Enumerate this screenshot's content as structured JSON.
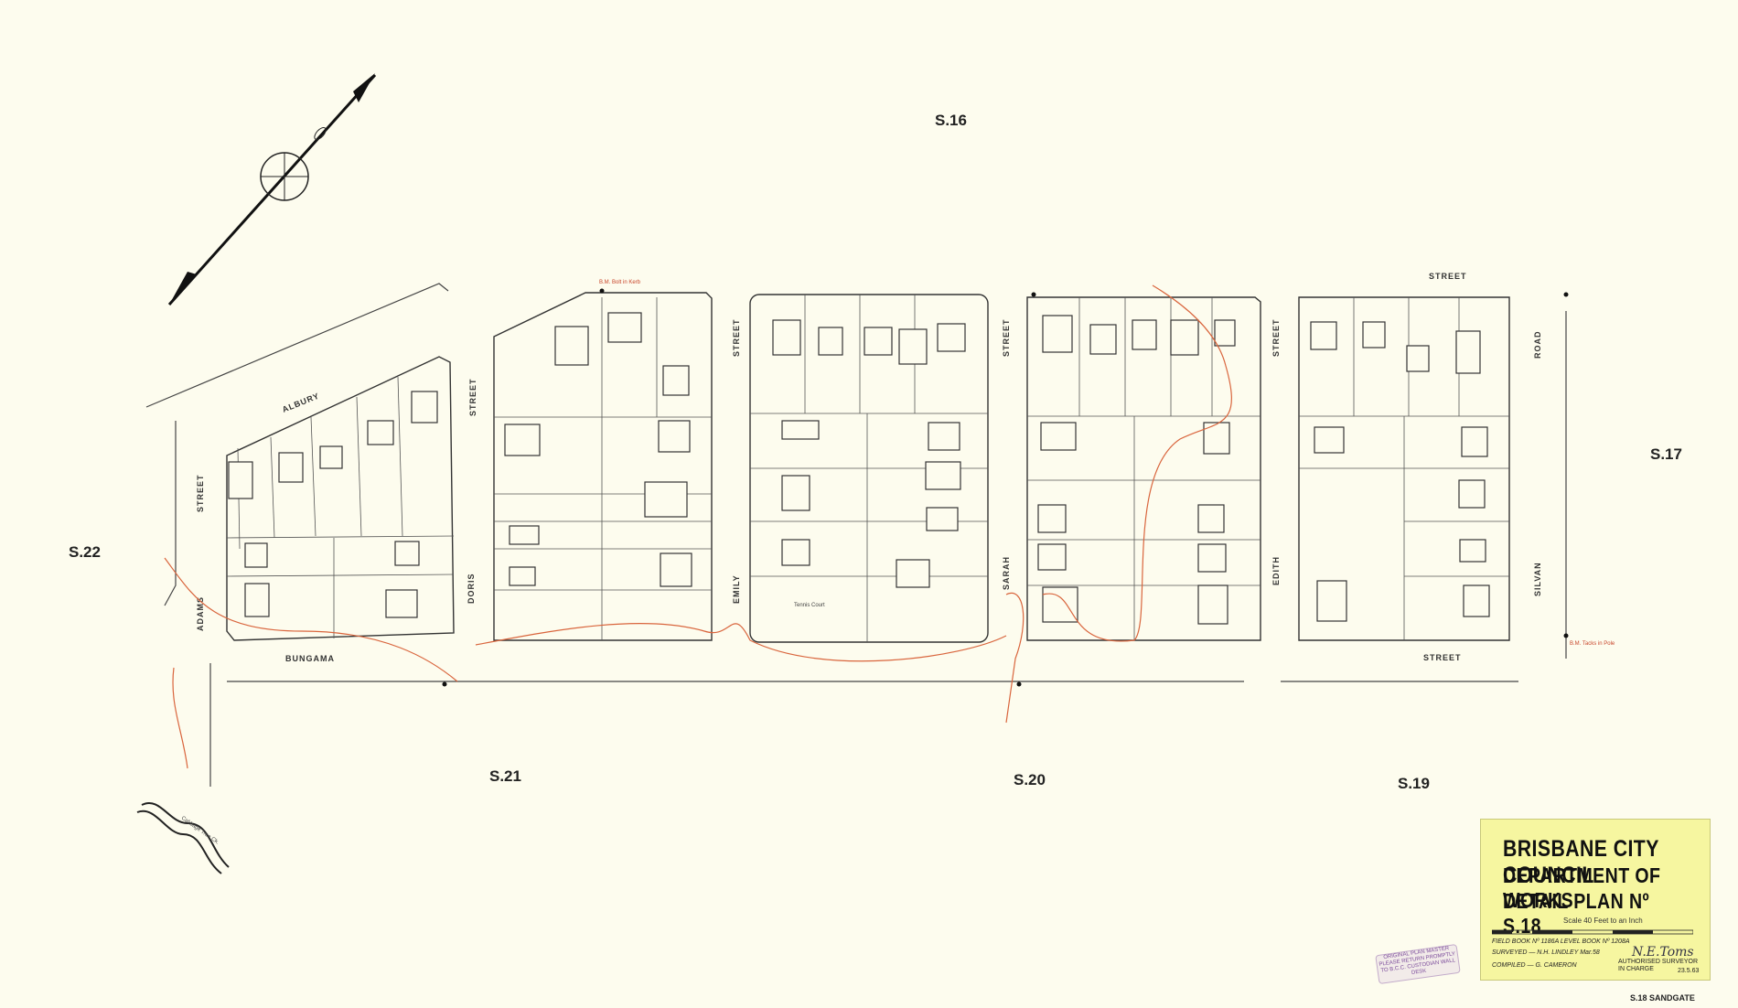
{
  "sheet_labels": {
    "north": "S.16",
    "east": "S.17",
    "west": "S.22",
    "south_a": "S.21",
    "south_b": "S.20",
    "south_c": "S.19"
  },
  "streets": {
    "albury": "ALBURY",
    "adams": "ADAMS",
    "adams_street": "STREET",
    "doris": "DORIS",
    "doris_street": "STREET",
    "emily": "EMILY",
    "emily_street": "STREET",
    "sarah": "SARAH",
    "sarah_street": "STREET",
    "edith": "EDITH",
    "edith_street": "STREET",
    "silvan": "SILVAN",
    "silvan_road": "ROAD",
    "bungama": "BUNGAMA",
    "top_street": "STREET",
    "bottom_street": "STREET"
  },
  "annotations": {
    "tennis_court": "Tennis Court",
    "creek": "Cabbage Tree Ck.",
    "bm_kerb": "B.M. Bolt in Kerb",
    "bm_telegraph": "B.M. Tacks in Pole"
  },
  "title_block": {
    "line1": "BRISBANE CITY COUNCIL",
    "line2": "DEPARTMENT OF WORKS",
    "line3": "DETAIL PLAN Nº S.18",
    "scale": "Scale 40 Feet to an Inch",
    "field_book": "FIELD BOOK Nº 1186A  LEVEL BOOK Nº 1208A",
    "surveyed": "SURVEYED — N.H. LINDLEY   Mar.58",
    "compiled": "COMPILED — G. CAMERON",
    "signature": "N.E.Toms",
    "authorised": "AUTHORISED SURVEYOR",
    "in_charge": "IN CHARGE",
    "date": "23.5.63"
  },
  "stamp": "ORIGINAL PLAN MASTER PLEASE RETURN PROMPTLY TO B.C.C. CUSTODIAN WALL DESK",
  "sheet_ref": "S.18 SANDGATE",
  "colors": {
    "paper": "#fdfcee",
    "title_block": "#f6f6a0",
    "contour": "#d9653d",
    "ink": "#333333"
  }
}
